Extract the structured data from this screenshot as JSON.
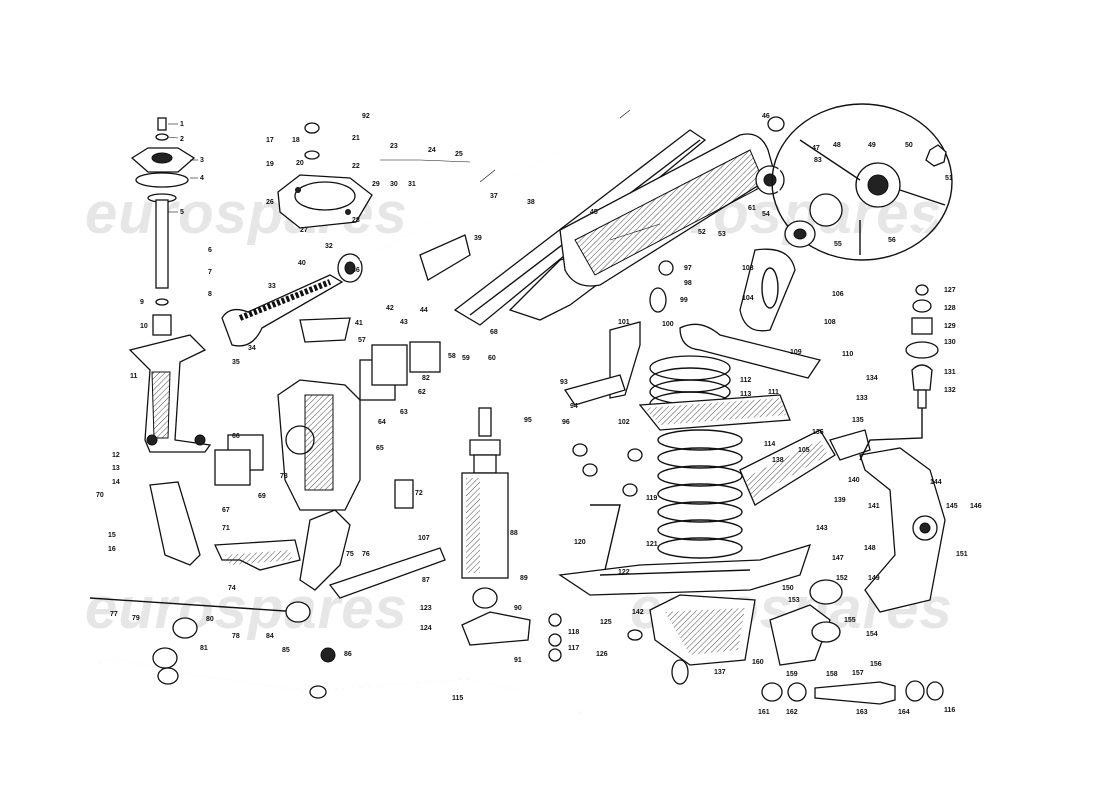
{
  "watermark": {
    "text": "eurospares",
    "placements": [
      "top-left",
      "top-right",
      "bottom-left",
      "bottom-right"
    ]
  },
  "callouts": {
    "c1": "1",
    "c2": "2",
    "c3": "3",
    "c4": "4",
    "c5": "5",
    "c6": "6",
    "c7": "7",
    "c8": "8",
    "c9": "9",
    "c10": "10",
    "c11": "11",
    "c12": "12",
    "c13": "13",
    "c14": "14",
    "c15": "15",
    "c16": "16",
    "c17": "17",
    "c18": "18",
    "c19": "19",
    "c20": "20",
    "c21": "21",
    "c22": "22",
    "c23": "23",
    "c24": "24",
    "c25": "25",
    "c26": "26",
    "c27": "27",
    "c28": "28",
    "c29": "29",
    "c30": "30",
    "c31": "31",
    "c32": "32",
    "c33": "33",
    "c34": "34",
    "c35": "35",
    "c36": "36",
    "c37": "37",
    "c38": "38",
    "c39": "39",
    "c40": "40",
    "c41": "41",
    "c42": "42",
    "c43": "43",
    "c44": "44",
    "c45": "45",
    "c46": "46",
    "c47": "47",
    "c48": "48",
    "c49": "49",
    "c50": "50",
    "c51": "51",
    "c52": "52",
    "c53": "53",
    "c54": "54",
    "c55": "55",
    "c56": "56",
    "c57": "57",
    "c58": "58",
    "c59": "59",
    "c60": "60",
    "c61": "61",
    "c62": "62",
    "c63": "63",
    "c64": "64",
    "c65": "65",
    "c66": "66",
    "c67": "67",
    "c68": "68",
    "c69": "69",
    "c70": "70",
    "c71": "71",
    "c72": "72",
    "c73": "73",
    "c74": "74",
    "c75": "75",
    "c76": "76",
    "c77": "77",
    "c78": "78",
    "c79": "79",
    "c80": "80",
    "c81": "81",
    "c82": "82",
    "c83": "83",
    "c84": "84",
    "c85": "85",
    "c86": "86",
    "c87": "87",
    "c88": "88",
    "c89": "89",
    "c90": "90",
    "c91": "91",
    "c92": "92",
    "c93": "93",
    "c94": "94",
    "c95": "95",
    "c96": "96",
    "c97": "97",
    "c98": "98",
    "c99": "99",
    "c100": "100",
    "c101": "101",
    "c102": "102",
    "c103": "103",
    "c104": "104",
    "c105": "105",
    "c106": "106",
    "c107": "107",
    "c108": "108",
    "c109": "109",
    "c110": "110",
    "c111": "111",
    "c112": "112",
    "c113": "113",
    "c114": "114",
    "c115": "115",
    "c116": "116",
    "c117": "117",
    "c118": "118",
    "c119": "119",
    "c120": "120",
    "c121": "121",
    "c122": "122",
    "c123": "123",
    "c124": "124",
    "c125": "125",
    "c126": "126",
    "c127": "127",
    "c128": "128",
    "c129": "129",
    "c130": "130",
    "c131": "131",
    "c132": "132",
    "c133": "133",
    "c134": "134",
    "c135": "135",
    "c136": "136",
    "c137": "137",
    "c138": "138",
    "c139": "139",
    "c140": "140",
    "c141": "141",
    "c142": "142",
    "c143": "143",
    "c144": "144",
    "c145": "145",
    "c146": "146",
    "c147": "147",
    "c148": "148",
    "c149": "149",
    "c150": "150",
    "c151": "151",
    "c152": "152",
    "c153": "153",
    "c154": "154",
    "c155": "155",
    "c156": "156",
    "c157": "157",
    "c158": "158",
    "c159": "159",
    "c160": "160",
    "c161": "161",
    "c162": "162",
    "c163": "163",
    "c164": "164"
  }
}
